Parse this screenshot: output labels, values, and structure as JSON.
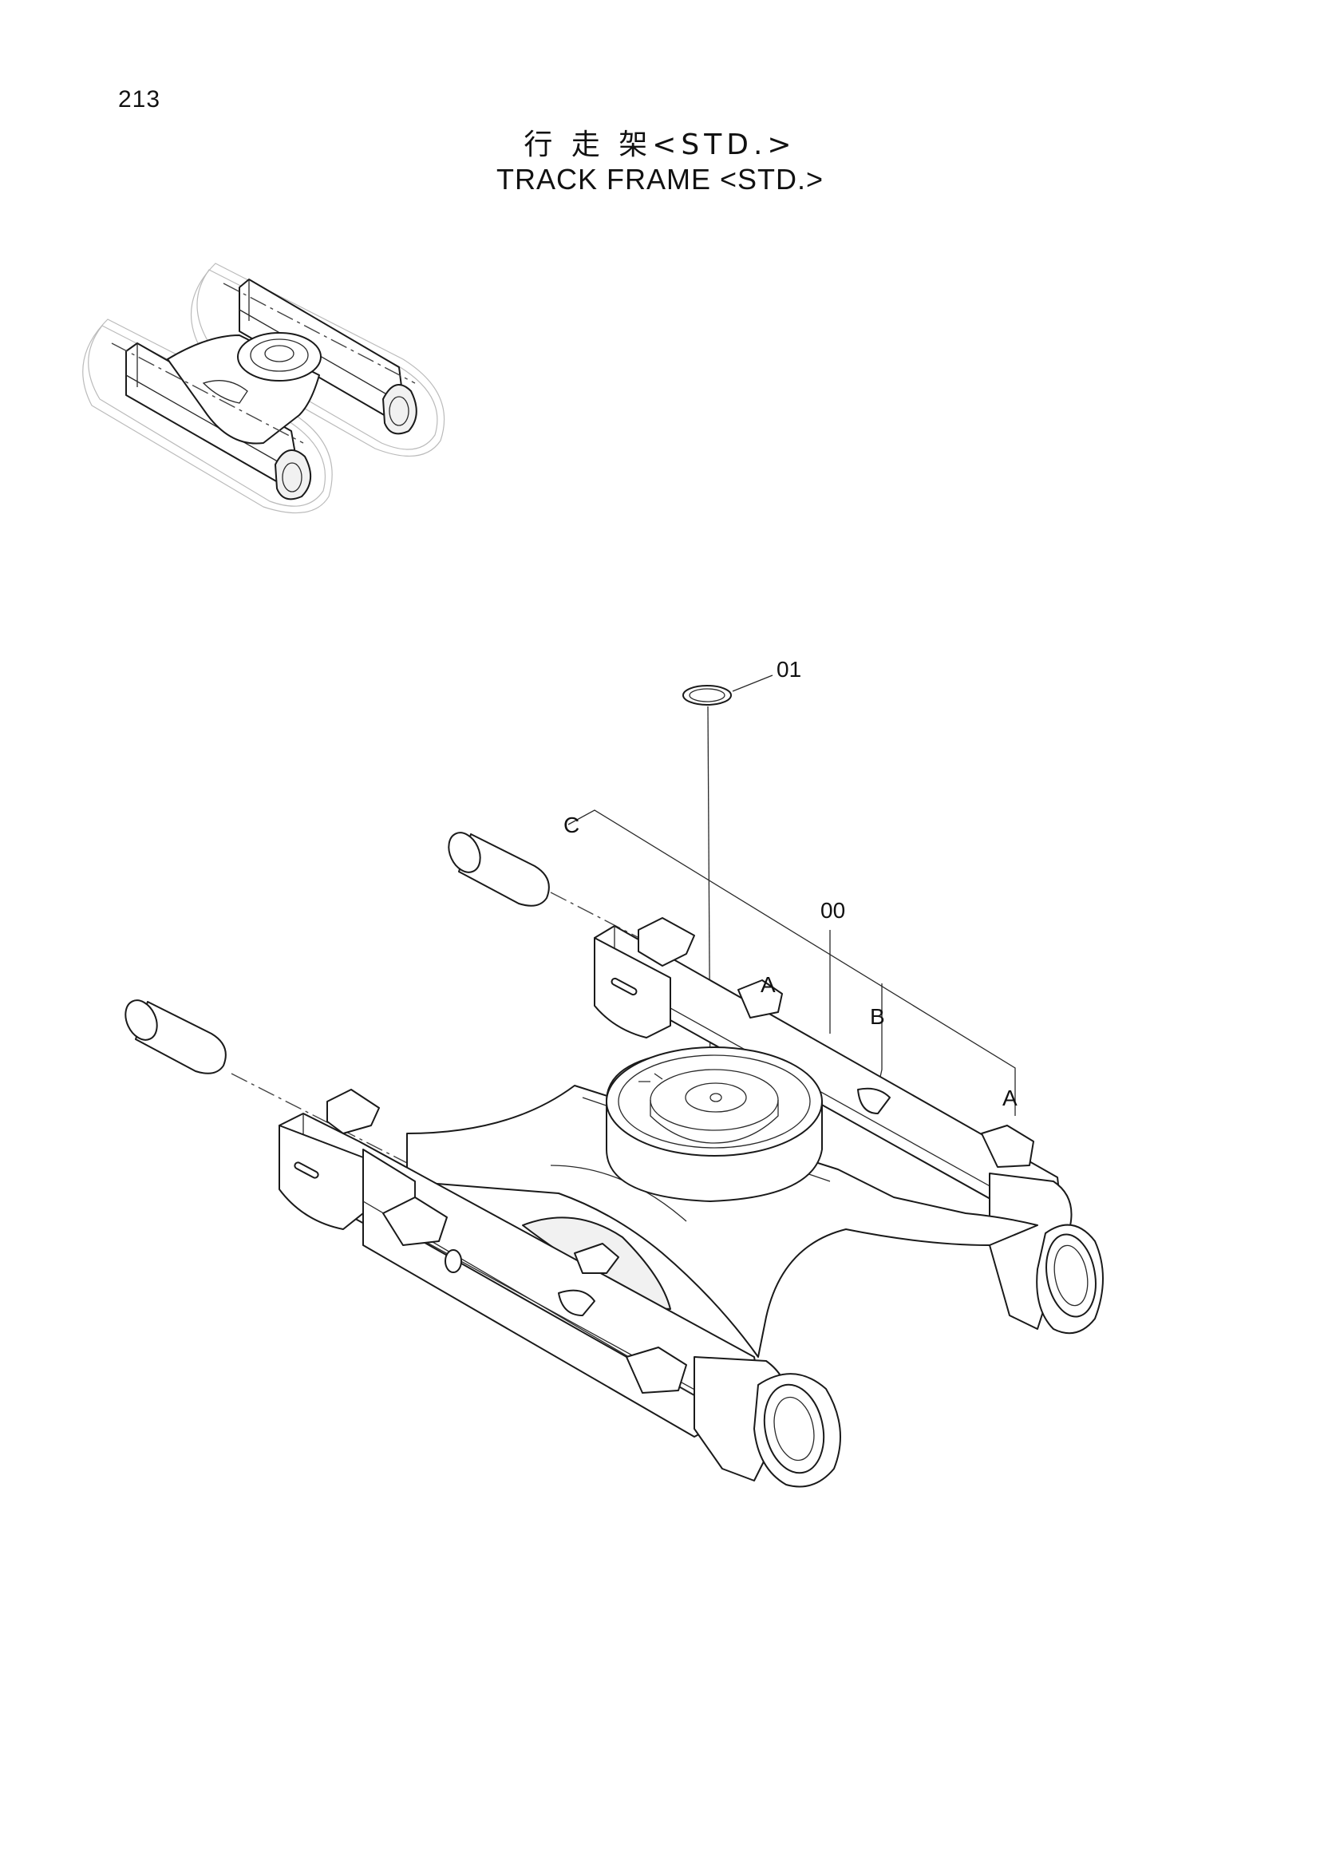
{
  "page_number": "213",
  "title_cn": "行 走 架<STD.>",
  "title_en": "TRACK  FRAME <STD.>",
  "callouts": {
    "part_01": "01",
    "part_00": "00",
    "ref_c": "C",
    "ref_a_left": "A",
    "ref_b": "B",
    "ref_a_right": "A"
  },
  "icons": {
    "overview": "track-frame-overview-icon",
    "main": "track-frame-exploded-icon"
  }
}
